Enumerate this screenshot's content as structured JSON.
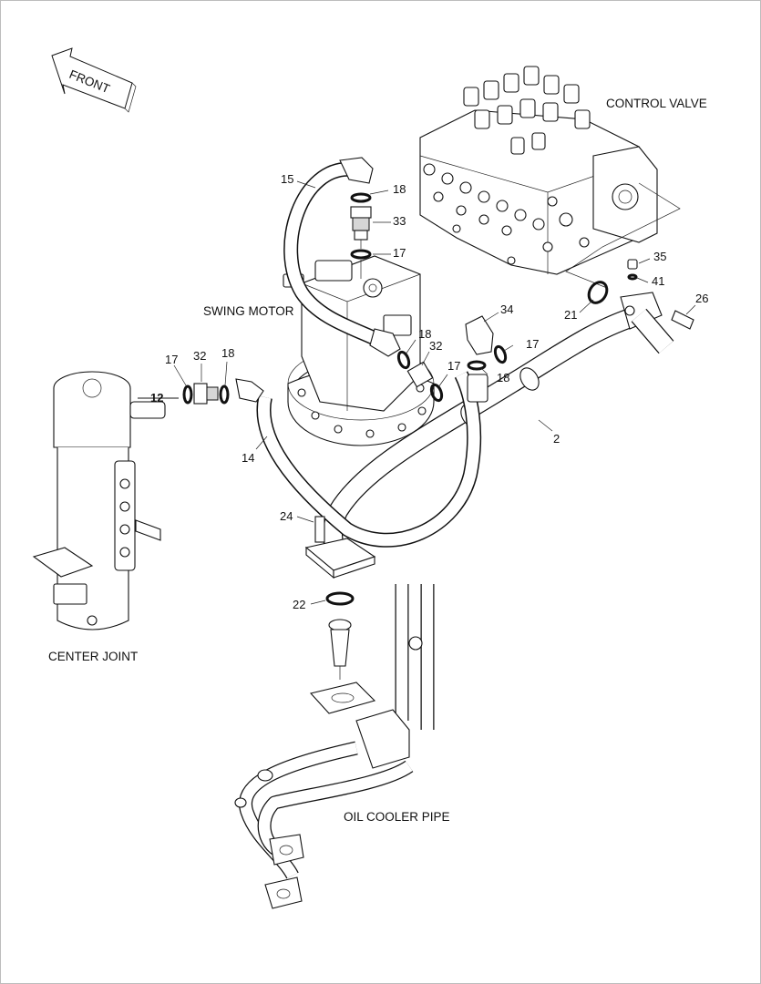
{
  "diagram": {
    "front_arrow": "FRONT",
    "components": {
      "control_valve": "CONTROL VALVE",
      "swing_motor": "SWING MOTOR",
      "center_joint": "CENTER JOINT",
      "oil_cooler_pipe": "OIL COOLER PIPE"
    },
    "callouts": {
      "c15": "15",
      "c18a": "18",
      "c33": "33",
      "c17a": "17",
      "c35": "35",
      "c41": "41",
      "c26": "26",
      "c21": "21",
      "c34": "34",
      "c17b": "17",
      "c18b": "18",
      "c18c": "18",
      "c32b": "32",
      "c17c": "17",
      "c2": "2",
      "c17d": "17",
      "c32a": "32",
      "c18d": "18",
      "c12": "12",
      "c14": "14",
      "c24": "24",
      "c22": "22"
    }
  }
}
